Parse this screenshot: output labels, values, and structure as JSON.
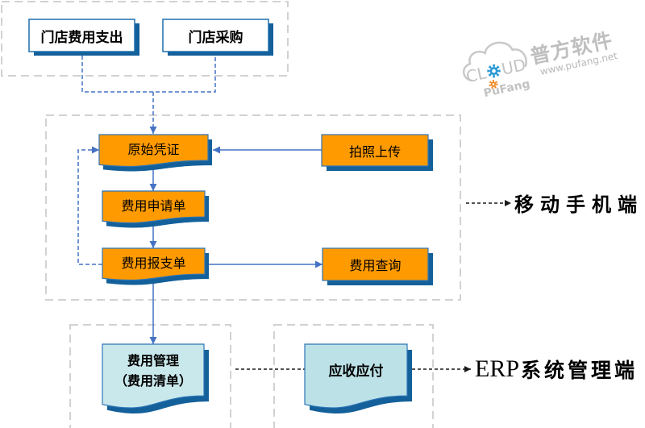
{
  "top_group": {
    "store_expense": "门店费用支出",
    "store_purchase": "门店采购"
  },
  "mobile_group": {
    "label": "移动手机端",
    "voucher": "原始凭证",
    "photo_upload": "拍照上传",
    "expense_application": "费用申请单",
    "expense_reimbursement": "费用报支单",
    "expense_query": "费用查询"
  },
  "erp_group": {
    "label_prefix": "ERP",
    "label_suffix": "系统管理端",
    "expense_management": {
      "line1": "费用管理",
      "line2": "（费用清单）"
    },
    "receivable_payable": "应收应付"
  },
  "flows": [
    {
      "from": "门店费用支出",
      "to": "原始凭证",
      "style": "dashed"
    },
    {
      "from": "门店采购",
      "to": "原始凭证",
      "style": "dashed"
    },
    {
      "from": "拍照上传",
      "to": "原始凭证",
      "style": "solid"
    },
    {
      "from": "原始凭证",
      "to": "费用申请单",
      "style": "solid"
    },
    {
      "from": "费用申请单",
      "to": "费用报支单",
      "style": "solid"
    },
    {
      "from": "费用报支单",
      "to": "费用查询",
      "style": "solid"
    },
    {
      "from": "费用报支单",
      "to": "原始凭证",
      "style": "dashed"
    },
    {
      "from": "费用报支单",
      "to": "费用管理",
      "style": "solid"
    },
    {
      "from": "费用管理",
      "to": "应收应付",
      "style": "dashed"
    }
  ],
  "watermark": {
    "cloud_text_left": "CL",
    "cloud_text_right": "UD",
    "brand": "PuFang",
    "name": "普方软件",
    "url": "www.pufang.net"
  },
  "colors": {
    "orange_fill": "#FF9A00",
    "box_border": "#2E75B6",
    "shadow": "#13609A",
    "teal_fill_light": "#C9E8EC",
    "teal_fill_dark": "#BCE2E8",
    "connector_blue": "#4472C4",
    "container_dash": "#D2D2D2",
    "annotation_black": "#1A1A1A",
    "watermark_gray": "#BFBFBF",
    "gear_blue": "#2B9AD6",
    "gear_orange": "#F08A24"
  }
}
